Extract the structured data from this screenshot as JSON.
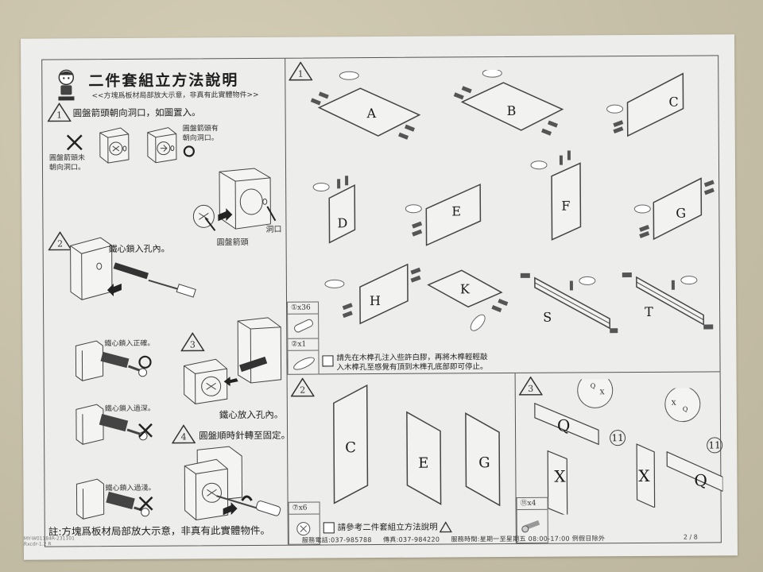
{
  "document": {
    "title": "二件套組立方法說明",
    "subtitle": "<<方塊爲板材局部放大示意，非真有此實體物件>>",
    "page": "2 / 8",
    "doc_code": "MY-W01184R-231101",
    "doc_code2": "Rxcdr-1.2 R"
  },
  "left_panel": {
    "step1": {
      "number": "1",
      "text": "圓盤箭頭朝向洞口，如圖置入。",
      "wrong_label": "圓盤箭頭未\n朝向洞口。",
      "right_label": "圓盤箭頭有\n朝向洞口。",
      "hole_label": "洞口",
      "disc_label": "圓盤箭頭"
    },
    "step2": {
      "number": "2",
      "text": "鐵心鎖入孔內。",
      "correct_label": "鐵心鎖入正確。",
      "too_deep_label": "鐵心鎖入過深。",
      "too_shallow_label": "鐵心鎖入過淺。"
    },
    "step3": {
      "number": "3",
      "text": "鐵心放入孔內。"
    },
    "step4": {
      "number": "4",
      "text": "圓盤順時針轉至固定。"
    },
    "note": "註:方塊爲板材局部放大示意，非真有此實體物件。"
  },
  "panel1": {
    "number": "1",
    "parts": [
      "A",
      "B",
      "C",
      "D",
      "E",
      "F",
      "G",
      "H",
      "K",
      "S",
      "T"
    ],
    "legend": [
      {
        "id": "①",
        "qty": "x36",
        "item": "wooden-dowel"
      },
      {
        "id": "②",
        "qty": "x1",
        "item": "glue-bottle"
      }
    ],
    "tip": "請先在木榫孔注入些許白膠，再將木榫輕輕敲\n入木榫孔至感覺有頂到木榫孔底部即可停止。"
  },
  "panel2": {
    "number": "2",
    "parts": [
      "C",
      "E",
      "G"
    ],
    "callout": "⑦",
    "legend": {
      "id": "⑦",
      "qty": "x6",
      "item": "cam-lock"
    },
    "tip": "請參考二件套組立方法說明"
  },
  "panel3": {
    "number": "3",
    "parts": [
      "Q",
      "X",
      "X",
      "Q"
    ],
    "callout": "11",
    "legend": {
      "id": "⑪",
      "qty": "x4",
      "item": "screw"
    },
    "bubble1": [
      "Q",
      "X"
    ],
    "bubble2": [
      "X",
      "Q"
    ]
  },
  "footer": {
    "phone": "服務電話:037-985788",
    "fax": "傳真:037-984220",
    "hours": "服務時間:星期一至星期五 08:00-17:00 例假日除外"
  },
  "colors": {
    "paper": "#ededeb",
    "ink": "#222222",
    "background": "#c9c2ab"
  }
}
